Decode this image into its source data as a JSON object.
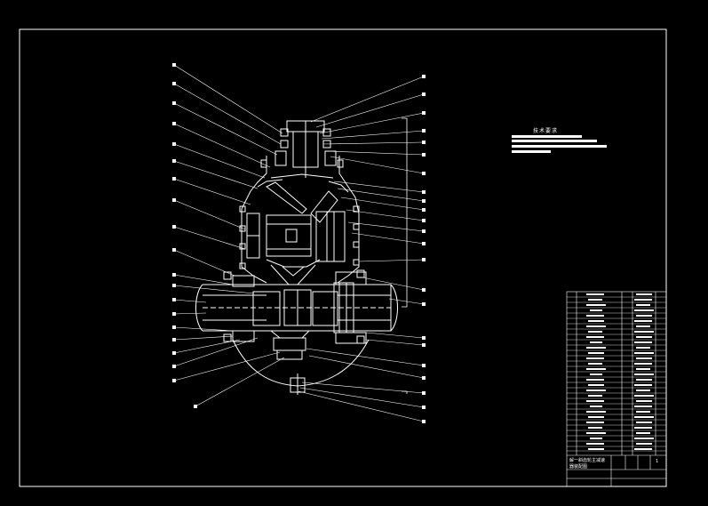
{
  "drawing": {
    "notes_title": "技术要求",
    "title_line1": "解一斜齿轮主减速",
    "title_line2": "器装配图",
    "sheet_number": "1"
  },
  "colors": {
    "background": "#000000",
    "line": "#ffffff",
    "balloon": "#ffffff"
  }
}
